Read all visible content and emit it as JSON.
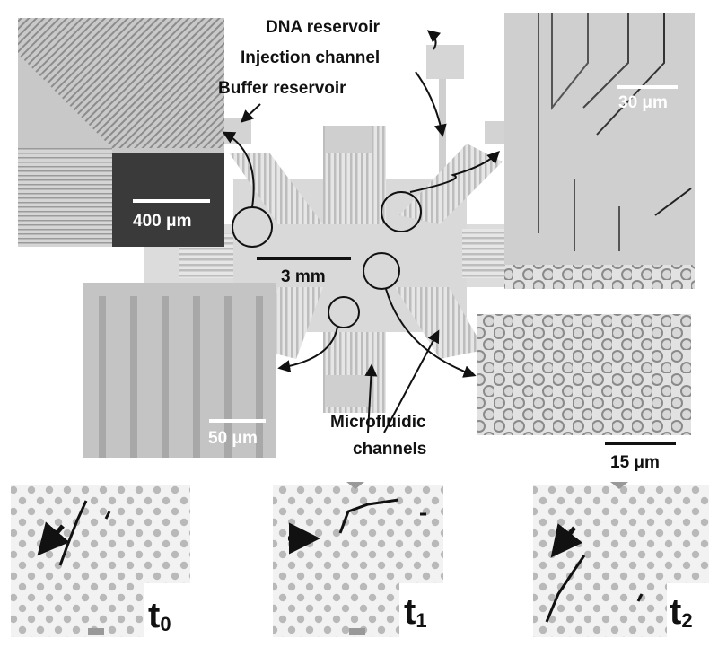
{
  "labels": {
    "dna_reservoir": "DNA reservoir",
    "injection_channel": "Injection channel",
    "buffer_reservoir": "Buffer reservoir",
    "microfluidic_channels_line1": "Microfluidic",
    "microfluidic_channels_line2": "channels"
  },
  "scale_bars": {
    "inset_top_left": "400 μm",
    "inset_top_right": "30 μm",
    "center": "3 mm",
    "inset_bottom_left": "50 μm",
    "inset_bottom_right": "15 μm"
  },
  "time_panels": [
    {
      "letter": "t",
      "sub": "0"
    },
    {
      "letter": "t",
      "sub": "1"
    },
    {
      "letter": "t",
      "sub": "2"
    }
  ],
  "colors": {
    "chip_gray": "#d6d6d6",
    "channel_gray": "#bdbdbd",
    "dot_gray": "#b9b9b9",
    "dna_black": "#111111"
  }
}
